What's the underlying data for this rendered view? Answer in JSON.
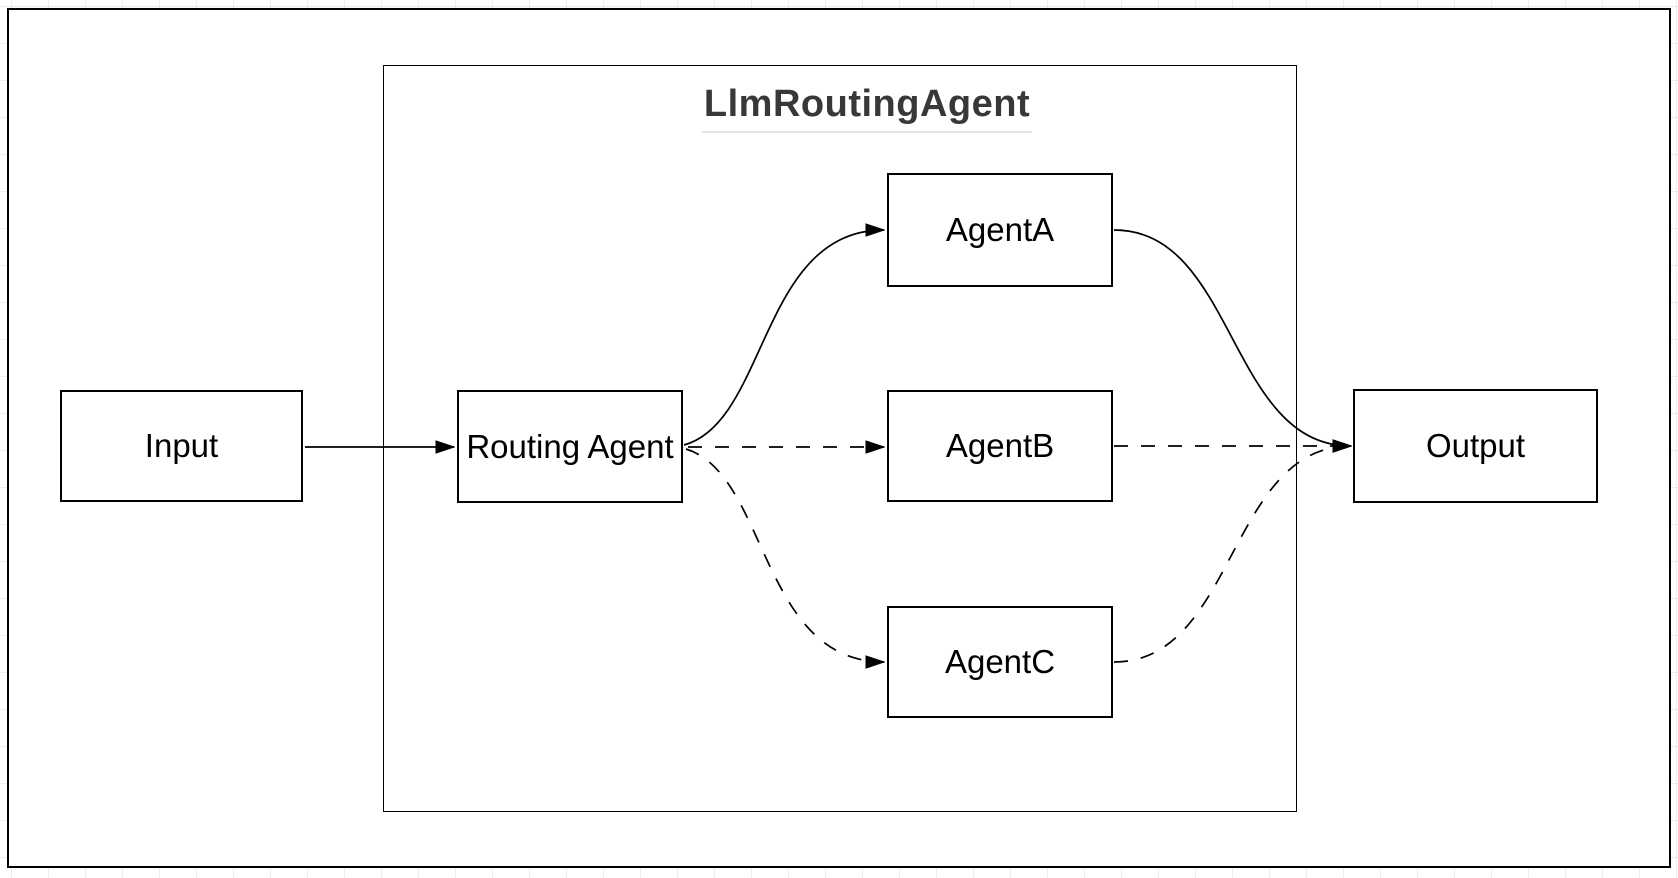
{
  "diagram": {
    "group_title": "LlmRoutingAgent",
    "nodes": [
      {
        "id": "input",
        "label": "Input"
      },
      {
        "id": "routing_agent",
        "label": "Routing Agent"
      },
      {
        "id": "agent_a",
        "label": "AgentA"
      },
      {
        "id": "agent_b",
        "label": "AgentB"
      },
      {
        "id": "agent_c",
        "label": "AgentC"
      },
      {
        "id": "output",
        "label": "Output"
      }
    ],
    "edges": [
      {
        "from": "Input",
        "to": "Routing Agent",
        "style": "solid"
      },
      {
        "from": "Routing Agent",
        "to": "AgentA",
        "style": "solid"
      },
      {
        "from": "Routing Agent",
        "to": "AgentB",
        "style": "dashed"
      },
      {
        "from": "Routing Agent",
        "to": "AgentC",
        "style": "dashed"
      },
      {
        "from": "AgentA",
        "to": "Output",
        "style": "solid"
      },
      {
        "from": "AgentB",
        "to": "Output",
        "style": "dashed"
      },
      {
        "from": "AgentC",
        "to": "Output",
        "style": "dashed"
      }
    ],
    "colors": {
      "stroke": "#000000",
      "node_fill": "#ffffff",
      "title_color": "#383838",
      "title_underline": "#e4e4e4",
      "grid": "#ededed",
      "page_background": "#ffffff"
    }
  }
}
